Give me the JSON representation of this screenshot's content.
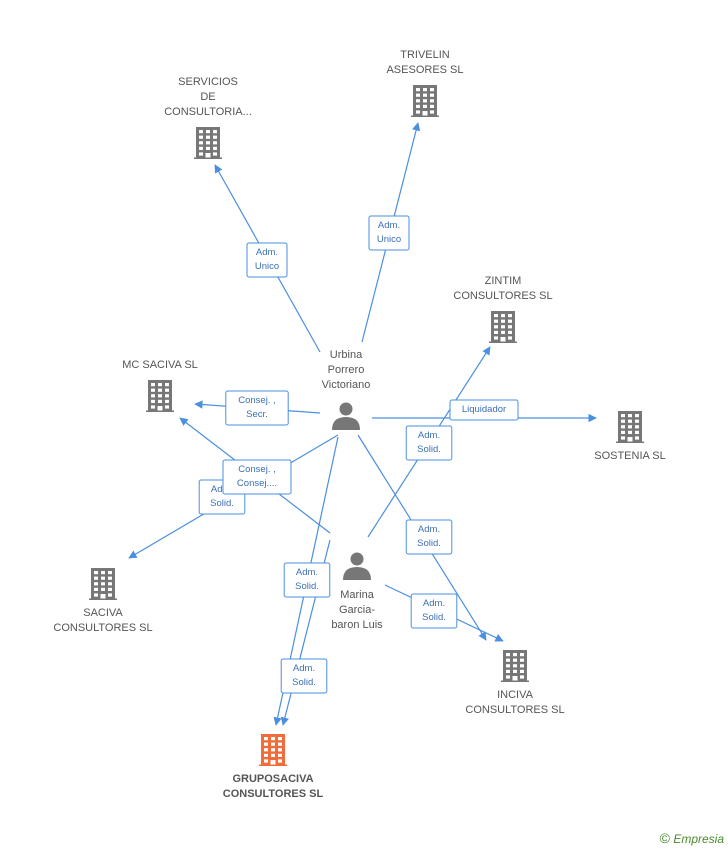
{
  "colors": {
    "company": "#777777",
    "main_company": "#f26b3a",
    "person": "#777777",
    "edge": "#4a8fe0",
    "watermark": "#4a8a2e"
  },
  "nodes": [
    {
      "id": "servicios",
      "type": "company",
      "icon": "building-icon",
      "label": [
        "SERVICIOS",
        "DE",
        "CONSULTORIA..."
      ]
    },
    {
      "id": "trivelin",
      "type": "company",
      "icon": "building-icon",
      "label": [
        "TRIVELIN",
        "ASESORES SL"
      ]
    },
    {
      "id": "zintim",
      "type": "company",
      "icon": "building-icon",
      "label": [
        "ZINTIM",
        "CONSULTORES SL"
      ]
    },
    {
      "id": "mcsaciva",
      "type": "company",
      "icon": "building-icon",
      "label": [
        "MC SACIVA SL"
      ]
    },
    {
      "id": "sostenia",
      "type": "company",
      "icon": "building-icon",
      "label": [
        "SOSTENIA SL"
      ]
    },
    {
      "id": "saciva",
      "type": "company",
      "icon": "building-icon",
      "label": [
        "SACIVA",
        "CONSULTORES SL"
      ]
    },
    {
      "id": "inciva",
      "type": "company",
      "icon": "building-icon",
      "label": [
        "INCIVA",
        "CONSULTORES SL"
      ]
    },
    {
      "id": "gruposaciva",
      "type": "main",
      "icon": "building-icon",
      "label": [
        "GRUPOSACIVA",
        "CONSULTORES SL"
      ]
    },
    {
      "id": "urbina",
      "type": "person",
      "icon": "person-icon",
      "label": [
        "Urbina",
        "Porrero",
        "Victoriano"
      ]
    },
    {
      "id": "marina",
      "type": "person",
      "icon": "person-icon",
      "label": [
        "Marina",
        "Garcia-",
        "baron Luis"
      ]
    }
  ],
  "edges": [
    {
      "from": "urbina",
      "to": "servicios",
      "label": [
        "Adm.",
        "Unico"
      ]
    },
    {
      "from": "urbina",
      "to": "trivelin",
      "label": [
        "Adm.",
        "Unico"
      ]
    },
    {
      "from": "urbina",
      "to": "mcsaciva",
      "label": [
        "Consej. ,",
        "Secr."
      ]
    },
    {
      "from": "urbina",
      "to": "sostenia",
      "label": [
        "Liquidador"
      ]
    },
    {
      "from": "urbina",
      "to": "saciva",
      "label": [
        "Adm.",
        "Solid."
      ]
    },
    {
      "from": "urbina",
      "to": "inciva",
      "label": [
        "Adm.",
        "Solid."
      ]
    },
    {
      "from": "urbina",
      "to": "gruposaciva",
      "label": [
        "Adm.",
        "Solid."
      ]
    },
    {
      "from": "marina",
      "to": "mcsaciva",
      "label": [
        "Consej. ,",
        "Consej...."
      ]
    },
    {
      "from": "marina",
      "to": "zintim",
      "label": [
        "Adm.",
        "Solid."
      ]
    },
    {
      "from": "marina",
      "to": "inciva",
      "label": [
        "Adm.",
        "Solid."
      ]
    },
    {
      "from": "marina",
      "to": "gruposaciva",
      "label": [
        "Adm.",
        "Solid."
      ]
    }
  ],
  "watermark": {
    "copyright": "©",
    "brand": "Empresia"
  }
}
